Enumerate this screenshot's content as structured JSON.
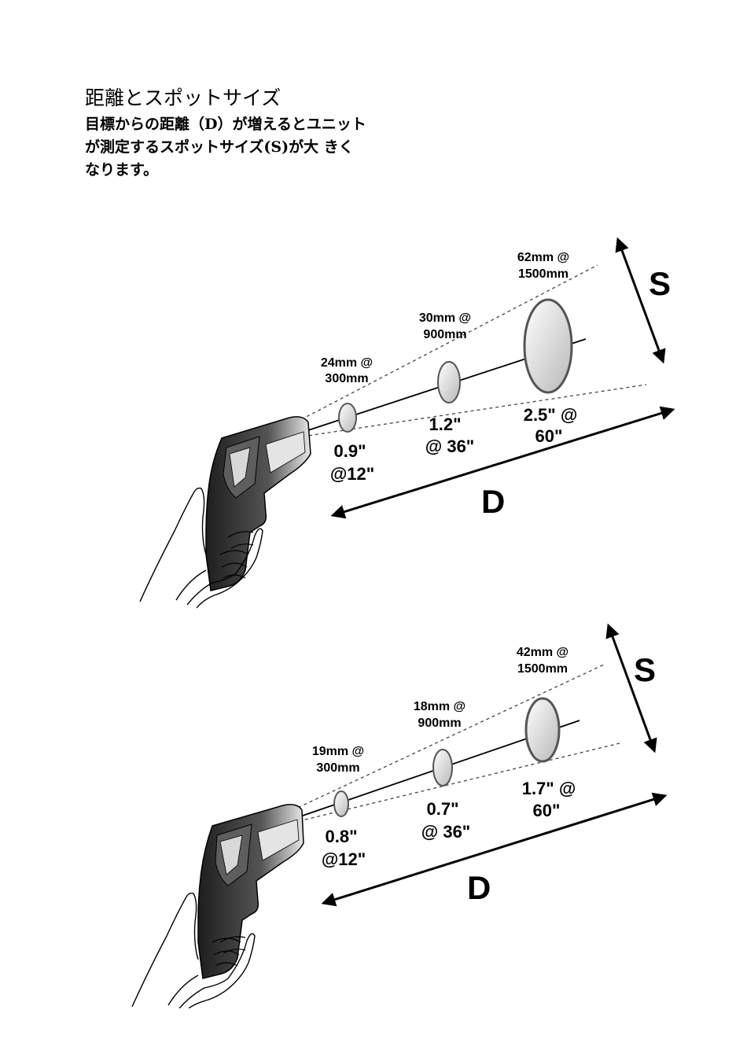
{
  "heading": {
    "title": "距離とスポットサイズ",
    "description_lines": [
      "目標からの距離（D）が増えるとユニット",
      "が測定するスポットサイズ(S)が大 きく",
      "なります。"
    ]
  },
  "diagrams": [
    {
      "spots": [
        {
          "metric_line1": "24mm @",
          "metric_line2": "300mm",
          "imperial_line1": "0.9\"",
          "imperial_line2": "@12\""
        },
        {
          "metric_line1": "30mm @",
          "metric_line2": "900mm",
          "imperial_line1": "1.2\"",
          "imperial_line2": "@ 36\""
        },
        {
          "metric_line1": "62mm @",
          "metric_line2": "1500mm",
          "imperial_line1": "2.5\" @",
          "imperial_line2": "60\""
        }
      ],
      "size_label": "S",
      "distance_label": "D"
    },
    {
      "spots": [
        {
          "metric_line1": "19mm @",
          "metric_line2": "300mm",
          "imperial_line1": "0.8\"",
          "imperial_line2": "@12\""
        },
        {
          "metric_line1": "18mm @",
          "metric_line2": "900mm",
          "imperial_line1": "0.7\"",
          "imperial_line2": "@ 36\""
        },
        {
          "metric_line1": "42mm @",
          "metric_line2": "1500mm",
          "imperial_line1": "1.7\" @",
          "imperial_line2": "60\""
        }
      ],
      "size_label": "S",
      "distance_label": "D"
    }
  ],
  "colors": {
    "ink": "#000000",
    "spot_fill": "#d4d4d4",
    "spot_stroke": "#555555",
    "gun_body": "#3a3a3a"
  }
}
